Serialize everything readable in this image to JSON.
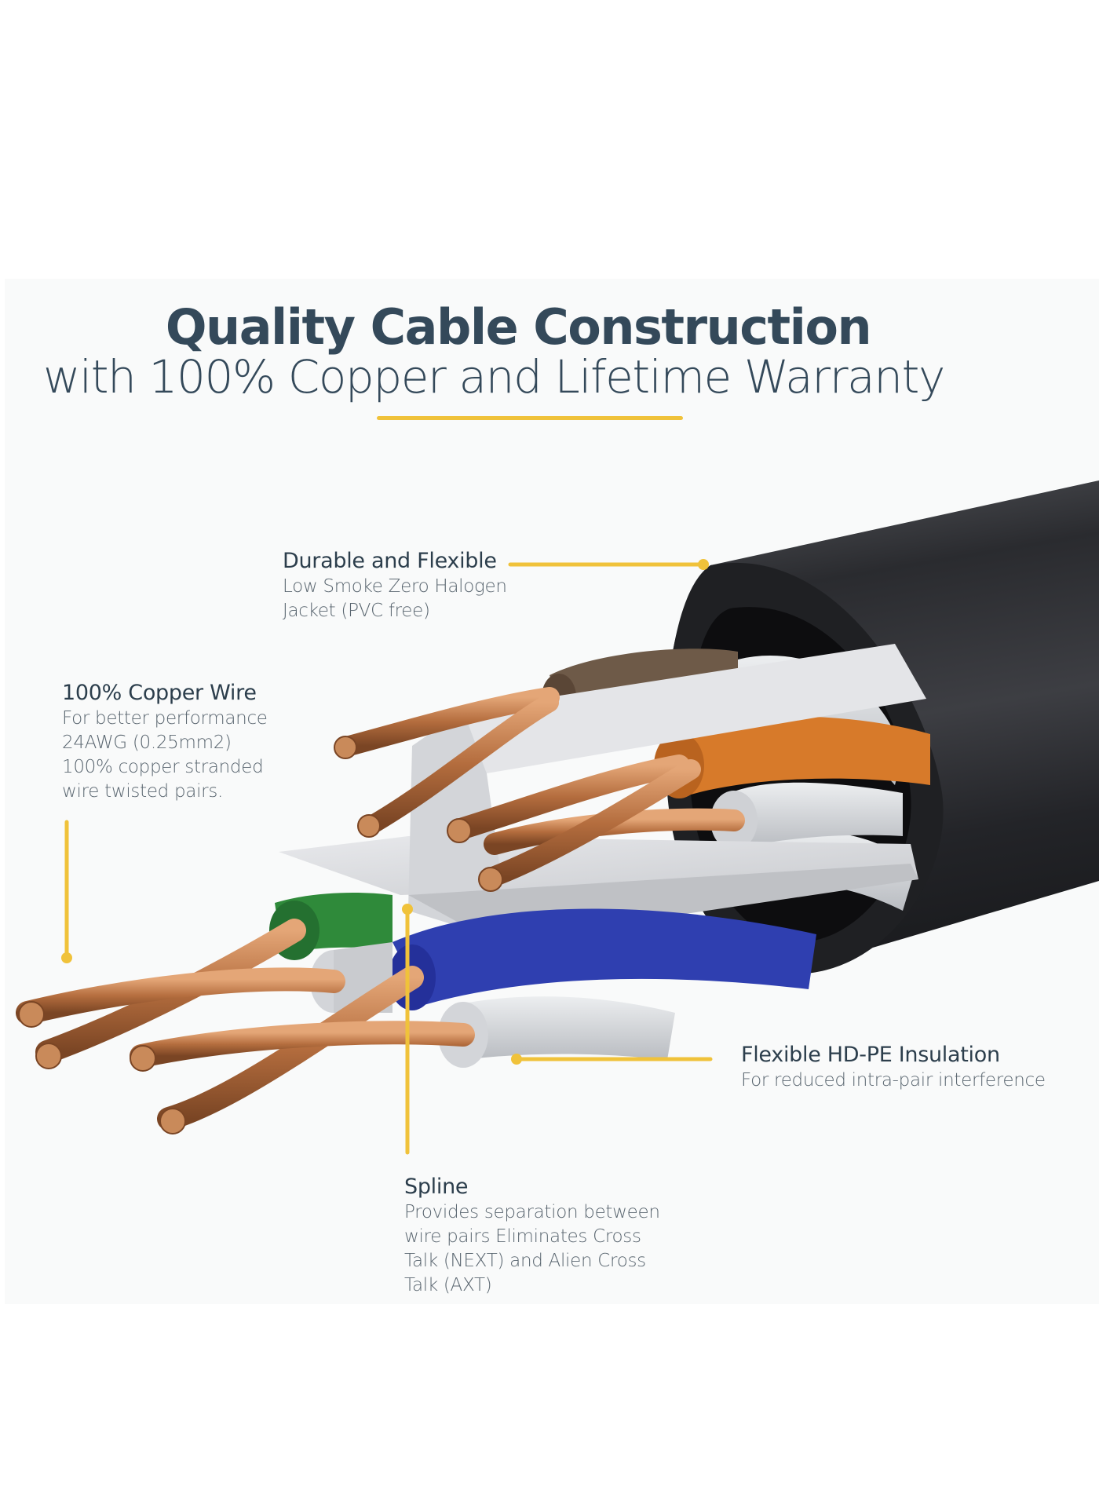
{
  "header": {
    "title_line1": "Quality Cable Construction",
    "title_line2": "with 100% Copper and Lifetime Warranty"
  },
  "colors": {
    "accent": "#f0c23a",
    "title_text": "#34495a",
    "panel_bg": "#f9fafa",
    "jacket": "#2e2f33",
    "copper": "#c07a48",
    "wire_orange": "#d77a2a",
    "wire_brown": "#6e5a48",
    "wire_green": "#2f8a3a",
    "wire_blue": "#2f3fb0",
    "wire_white": "#d9dbde",
    "spline": "#dcdde0"
  },
  "callouts": {
    "durable": {
      "heading": "Durable and Flexible",
      "lines": [
        "Low Smoke Zero Halogen",
        "Jacket (PVC free)"
      ]
    },
    "copper": {
      "heading": "100% Copper Wire",
      "lines": [
        "For better performance",
        "24AWG (0.25mm2)",
        "100% copper stranded",
        "wire twisted pairs."
      ]
    },
    "insulation": {
      "heading": "Flexible HD-PE Insulation",
      "lines": [
        "For reduced intra-pair interference"
      ]
    },
    "spline": {
      "heading": "Spline",
      "lines": [
        "Provides separation between",
        "wire pairs Eliminates Cross",
        "Talk (NEXT) and Alien Cross",
        "Talk (AXT)"
      ]
    }
  },
  "illustration": {
    "subject": "cat6-cable-cross-section-icon",
    "parts": [
      "outer-jacket",
      "spline",
      "orange-pair",
      "brown-pair",
      "green-pair",
      "blue-pair",
      "copper-strands"
    ]
  }
}
